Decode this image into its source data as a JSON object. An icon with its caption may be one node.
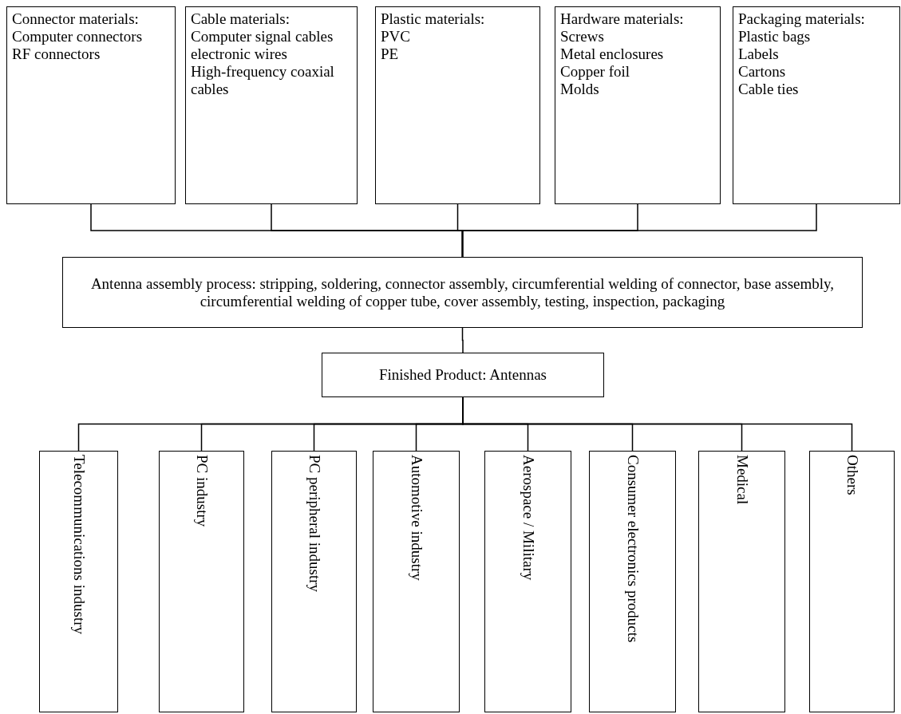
{
  "diagram": {
    "nodes": [
      {
        "text": [
          "Connector materials:",
          "Computer connectors",
          "RF connectors"
        ]
      },
      {
        "text": [
          "Cable materials:",
          "Computer signal cables",
          "electronic wires",
          "High-frequency coaxial cables"
        ]
      },
      {
        "text": [
          "Plastic materials:",
          "PVC",
          "PE"
        ]
      },
      {
        "text": [
          "Hardware materials:",
          "Screws",
          "Metal enclosures",
          "Copper foil",
          "Molds"
        ]
      },
      {
        "text": [
          "Packaging materials:",
          "Plastic bags",
          "Labels",
          "Cartons",
          "Cable ties"
        ]
      },
      {
        "text": [
          "Antenna assembly process: stripping, soldering, connector assembly, circumferential welding of connector, base assembly, circumferential welding of copper tube, cover assembly, testing, inspection, packaging"
        ]
      },
      {
        "text": [
          "Finished Product: Antennas"
        ]
      },
      {
        "text": [
          "Telecommunications industry"
        ]
      },
      {
        "text": [
          "PC industry"
        ]
      },
      {
        "text": [
          "PC peripheral industry"
        ]
      },
      {
        "text": [
          "Automotive industry"
        ]
      },
      {
        "text": [
          "Aerospace / Military"
        ]
      },
      {
        "text": [
          "Consumer electronics products"
        ]
      },
      {
        "text": [
          "Medical"
        ]
      },
      {
        "text": [
          "Others"
        ]
      }
    ],
    "edges": [
      {
        "from": 0,
        "to": 5,
        "arrow": "none"
      },
      {
        "from": 1,
        "to": 5,
        "arrow": "none"
      },
      {
        "from": 2,
        "to": 5,
        "arrow": "none"
      },
      {
        "from": 3,
        "to": 5,
        "arrow": "none"
      },
      {
        "from": 4,
        "to": 5,
        "arrow": "none"
      },
      {
        "from": 5,
        "to": 6,
        "arrow": "none"
      },
      {
        "from": 6,
        "to": 7,
        "arrow": "none"
      },
      {
        "from": 6,
        "to": 8,
        "arrow": "none"
      },
      {
        "from": 6,
        "to": 9,
        "arrow": "none"
      },
      {
        "from": 6,
        "to": 10,
        "arrow": "none"
      },
      {
        "from": 6,
        "to": 11,
        "arrow": "none"
      },
      {
        "from": 6,
        "to": 12,
        "arrow": "none"
      },
      {
        "from": 6,
        "to": 13,
        "arrow": "none"
      },
      {
        "from": 6,
        "to": 14,
        "arrow": "none"
      }
    ]
  }
}
